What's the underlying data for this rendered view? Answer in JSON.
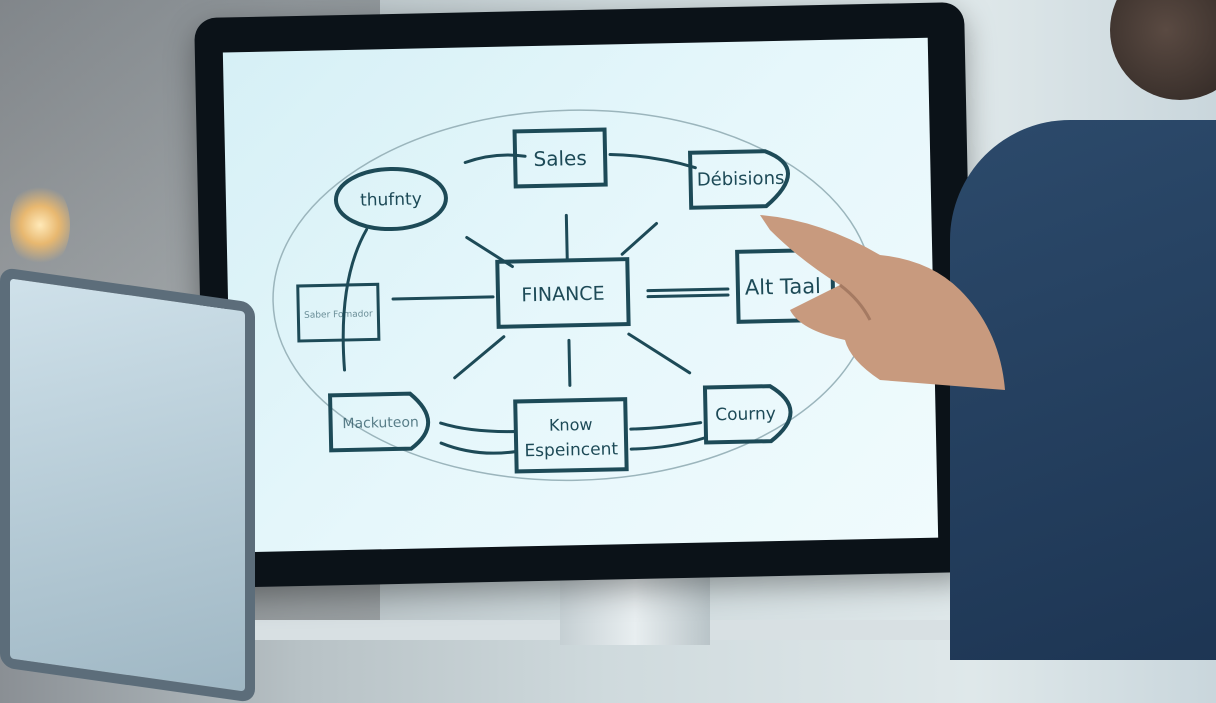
{
  "scene": {
    "description": "Person pointing at a computer monitor displaying a hand-drawn finance mind-map diagram",
    "colors": {
      "ink": "#1d4a57",
      "screen": "#e2f5f9",
      "bezel": "#0b1218",
      "sleeve": "#2c4a6b"
    }
  },
  "diagram": {
    "center": "FINANCE",
    "nodes": [
      {
        "label": "Sales"
      },
      {
        "label": "Débisions"
      },
      {
        "label": "thufnty"
      },
      {
        "label": "Saber Fomador"
      },
      {
        "label": "Alt Taal"
      },
      {
        "label": "Mackuteon"
      },
      {
        "label": "Know Espeincent"
      },
      {
        "label": "Courny"
      }
    ]
  }
}
